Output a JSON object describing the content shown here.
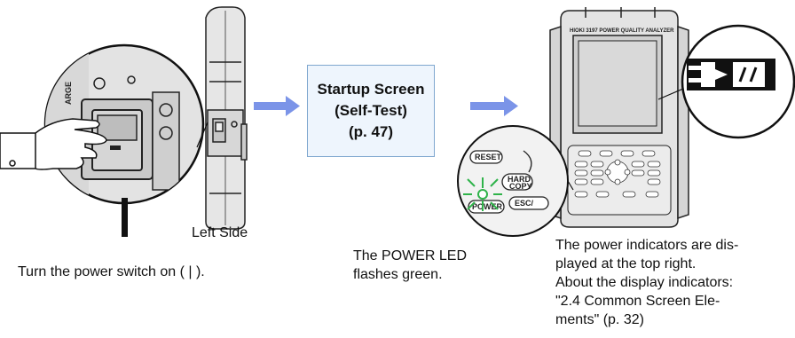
{
  "startup": {
    "line1": "Startup Screen",
    "line2": "(Self-Test)",
    "line3": "(p. 47)"
  },
  "left_side_label": "Left Side",
  "switch_mark": "|",
  "captions": {
    "power_switch": "Turn the power switch on ( | ).",
    "power_led": "The POWER LED\nflashes green.",
    "indicators": "The power indicators are dis-\nplayed at the top right.\nAbout the display indicators:\n\"2.4  Common Screen Ele-\nments\" (p. 32)"
  },
  "device": {
    "model_label": "HIOKI 3197 POWER QUALITY ANALYZER",
    "buttons": {
      "reset": "RESET",
      "hard_copy": "HARD\nCOPY",
      "power": "POWER",
      "esc": "ESC/",
      "side_panel": "ARGE"
    }
  },
  "colors": {
    "arrow": "#7b94e8",
    "box_fill": "#eef5fd",
    "box_border": "#7fa7cf",
    "led": "#2fb34a"
  },
  "icons": [
    "hand-icon",
    "arrow-right-icon",
    "power-plug-icon",
    "led-flash-icon"
  ]
}
